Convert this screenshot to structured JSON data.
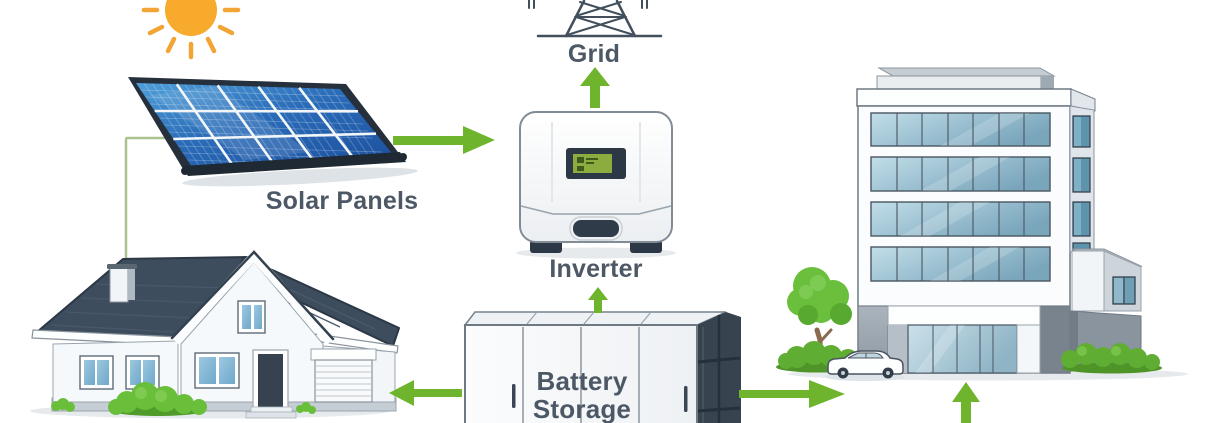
{
  "title": "Solar Energy System Diagram",
  "labels": {
    "solar_panels": "Solar Panels",
    "grid": "Grid",
    "inverter": "Inverter",
    "battery_line1": "Battery",
    "battery_line2": "Storage"
  },
  "nodes": [
    "sun",
    "solar-panels",
    "grid-tower",
    "inverter",
    "battery-storage",
    "house",
    "office-building"
  ],
  "flows": [
    {
      "from": "solar-panels",
      "to": "inverter",
      "direction": "right"
    },
    {
      "from": "inverter",
      "to": "grid",
      "direction": "up"
    },
    {
      "from": "battery-storage",
      "to": "inverter",
      "direction": "up"
    },
    {
      "from": "battery-storage",
      "to": "house",
      "direction": "left"
    },
    {
      "from": "battery-storage",
      "to": "office-building",
      "direction": "right"
    },
    {
      "from": "bottom-edge",
      "to": "office-building",
      "direction": "up"
    }
  ],
  "colors": {
    "arrow_green": "#6eb42d",
    "connector_green": "#aac38c",
    "label_slate": "#4d5866",
    "sun_orange": "#f6a823",
    "sun_ray_orange": "#f2a434",
    "panel_blue_light": "#4fa0da",
    "panel_blue_dark": "#1c4f9e",
    "roof_slate": "#3d4d5e",
    "battery_side_slate": "#37434f",
    "lcd_green": "#8cac3f",
    "background": "#ffffff"
  }
}
